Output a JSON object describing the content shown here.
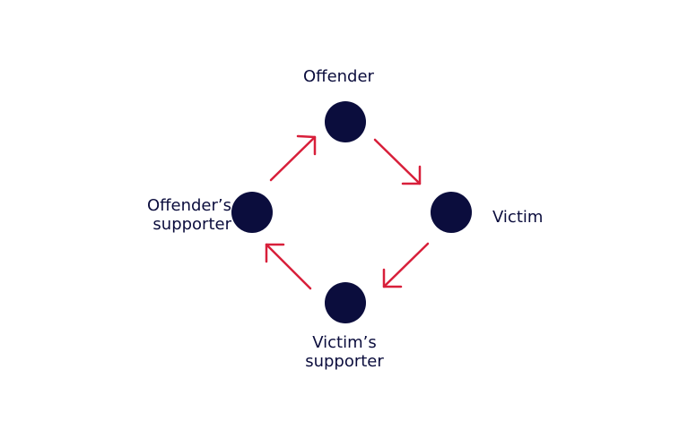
{
  "diagram": {
    "colors": {
      "node": "#0b0d3d",
      "arrow": "#d81f3a",
      "text": "#0b0d3d",
      "background": "#ffffff"
    },
    "nodes": {
      "offender": {
        "label": "Offender"
      },
      "victim": {
        "label": "Victim"
      },
      "offenders_supporter": {
        "line1": "Offender’s",
        "line2": "supporter"
      },
      "victims_supporter": {
        "line1": "Victim’s",
        "line2": "supporter"
      }
    },
    "arrows": [
      {
        "from": "offenders_supporter",
        "to": "offender"
      },
      {
        "from": "offender",
        "to": "victim"
      },
      {
        "from": "victim",
        "to": "victims_supporter"
      },
      {
        "from": "victims_supporter",
        "to": "offenders_supporter"
      }
    ]
  }
}
